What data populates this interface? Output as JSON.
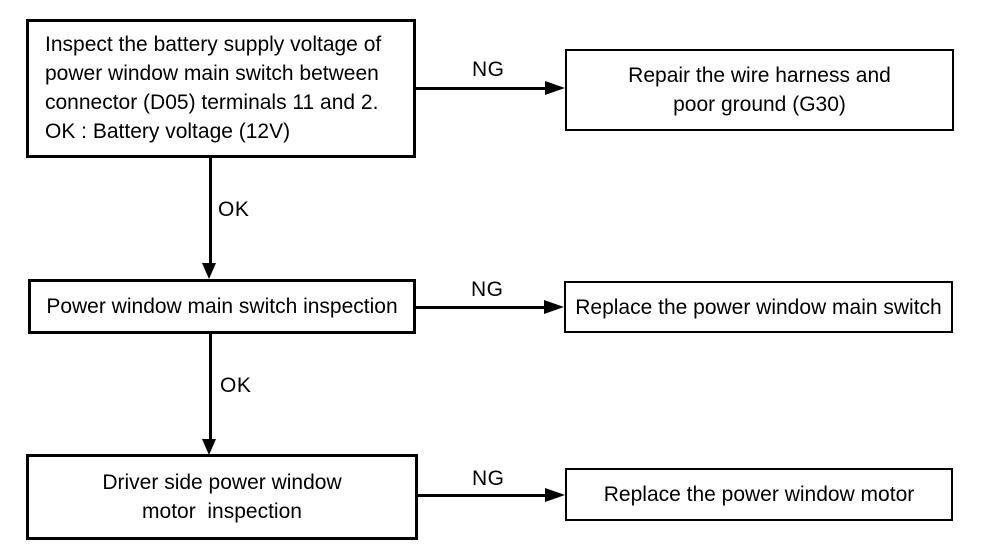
{
  "diagram": {
    "title_semantic": "Power window troubleshooting flowchart",
    "background_color": "#ffffff",
    "line_color": "#000000",
    "text_color": "#000000",
    "boxes": [
      {
        "id": "step-1",
        "role": "inspection-step",
        "lines": [
          "Inspect the battery supply voltage of",
          "power window main switch between",
          "connector (D05) terminals 11 and 2.",
          "OK : Battery voltage (12V)"
        ]
      },
      {
        "id": "action-1",
        "role": "repair-action",
        "lines": [
          "Repair the wire harness and",
          "poor ground (G30)"
        ]
      },
      {
        "id": "step-2",
        "role": "inspection-step",
        "lines": [
          "Power window main switch inspection"
        ]
      },
      {
        "id": "action-2",
        "role": "repair-action",
        "lines": [
          "Replace the power window main switch"
        ]
      },
      {
        "id": "step-3",
        "role": "inspection-step",
        "lines": [
          "Driver side power window",
          "motor  inspection"
        ]
      },
      {
        "id": "action-3",
        "role": "repair-action",
        "lines": [
          "Replace the power window motor"
        ]
      }
    ],
    "connectors": [
      {
        "from": "step-1",
        "to": "action-1",
        "direction": "right",
        "label": "NG"
      },
      {
        "from": "step-1",
        "to": "step-2",
        "direction": "down",
        "label": "OK"
      },
      {
        "from": "step-2",
        "to": "action-2",
        "direction": "right",
        "label": "NG"
      },
      {
        "from": "step-2",
        "to": "step-3",
        "direction": "down",
        "label": "OK"
      },
      {
        "from": "step-3",
        "to": "action-3",
        "direction": "right",
        "label": "NG"
      }
    ]
  }
}
